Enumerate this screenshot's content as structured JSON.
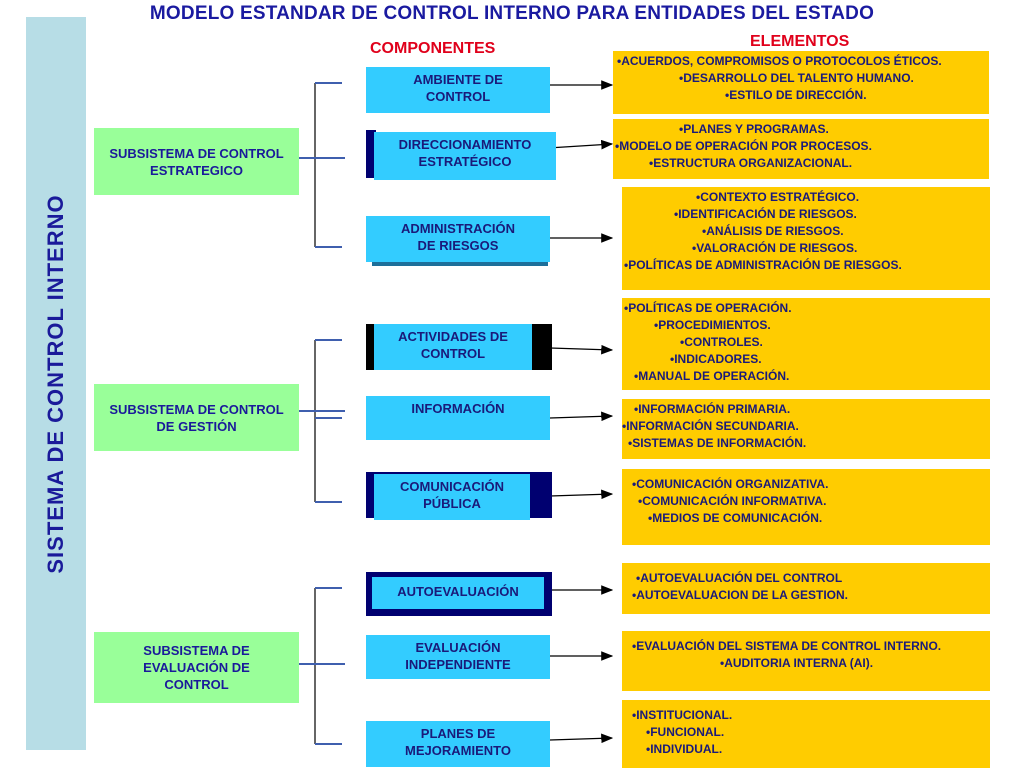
{
  "title": "MODELO ESTANDAR DE CONTROL INTERNO PARA ENTIDADES DEL ESTADO",
  "headers": {
    "components": "COMPONENTES",
    "elements": "ELEMENTOS"
  },
  "system_label": "SISTEMA DE CONTROL INTERNO",
  "subsystems": [
    {
      "lines": [
        "SUBSISTEMA DE CONTROL",
        "ESTRATEGICO"
      ]
    },
    {
      "lines": [
        "SUBSISTEMA DE CONTROL",
        "DE GESTIÓN"
      ]
    },
    {
      "lines": [
        "SUBSISTEMA DE",
        "EVALUACIÓN DE",
        "CONTROL"
      ]
    }
  ],
  "components": [
    {
      "lines": [
        "AMBIENTE DE",
        "CONTROL"
      ]
    },
    {
      "lines": [
        "DIRECCIONAMIENTO",
        "ESTRATÉGICO"
      ]
    },
    {
      "lines": [
        "ADMINISTRACIÓN",
        "DE RIESGOS"
      ]
    },
    {
      "lines": [
        "ACTIVIDADES DE",
        "CONTROL"
      ]
    },
    {
      "lines": [
        "INFORMACIÓN"
      ]
    },
    {
      "lines": [
        "COMUNICACIÓN",
        "PÚBLICA"
      ]
    },
    {
      "lines": [
        "AUTOEVALUACIÓN"
      ]
    },
    {
      "lines": [
        "EVALUACIÓN",
        "INDEPENDIENTE"
      ]
    },
    {
      "lines": [
        "PLANES DE",
        "MEJORAMIENTO"
      ]
    }
  ],
  "elements": [
    {
      "items": [
        "•ACUERDOS, COMPROMISOS O PROTOCOLOS  ÉTICOS.",
        "•DESARROLLO DEL TALENTO HUMANO.",
        "•ESTILO DE DIRECCIÓN."
      ]
    },
    {
      "items": [
        "•PLANES Y PROGRAMAS.",
        "•MODELO DE OPERACIÓN POR PROCESOS.",
        "•ESTRUCTURA ORGANIZACIONAL."
      ]
    },
    {
      "items": [
        "•CONTEXTO ESTRATÉGICO.",
        "•IDENTIFICACIÓN DE RIESGOS.",
        "•ANÁLISIS DE RIESGOS.",
        "•VALORACIÓN DE RIESGOS.",
        "•POLÍTICAS DE ADMINISTRACIÓN DE RIESGOS."
      ]
    },
    {
      "items": [
        "•POLÍTICAS DE OPERACIÓN.",
        "•PROCEDIMIENTOS.",
        "•CONTROLES.",
        "•INDICADORES.",
        "•MANUAL DE OPERACIÓN."
      ]
    },
    {
      "items": [
        "•INFORMACIÓN PRIMARIA.",
        "•INFORMACIÓN SECUNDARIA.",
        "•SISTEMAS DE INFORMACIÓN."
      ]
    },
    {
      "items": [
        "•COMUNICACIÓN ORGANIZATIVA.",
        "•COMUNICACIÓN INFORMATIVA.",
        "•MEDIOS DE COMUNICACIÓN."
      ]
    },
    {
      "items": [
        "•AUTOEVALUACIÓN DEL CONTROL",
        "•AUTOEVALUACION DE LA GESTION."
      ]
    },
    {
      "items": [
        "•EVALUACIÓN DEL SISTEMA DE CONTROL INTERNO.",
        "•AUDITORIA INTERNA (AI)."
      ]
    },
    {
      "items": [
        "•INSTITUCIONAL.",
        "•FUNCIONAL.",
        "•INDIVIDUAL."
      ]
    }
  ],
  "colors": {
    "title": "#1a1aa0",
    "header": "#e0001b",
    "system_bar": "#b7dde6",
    "subsystem": "#99ff99",
    "component": "#33ccff",
    "component_shadow": "#000070",
    "element": "#ffcc00"
  }
}
